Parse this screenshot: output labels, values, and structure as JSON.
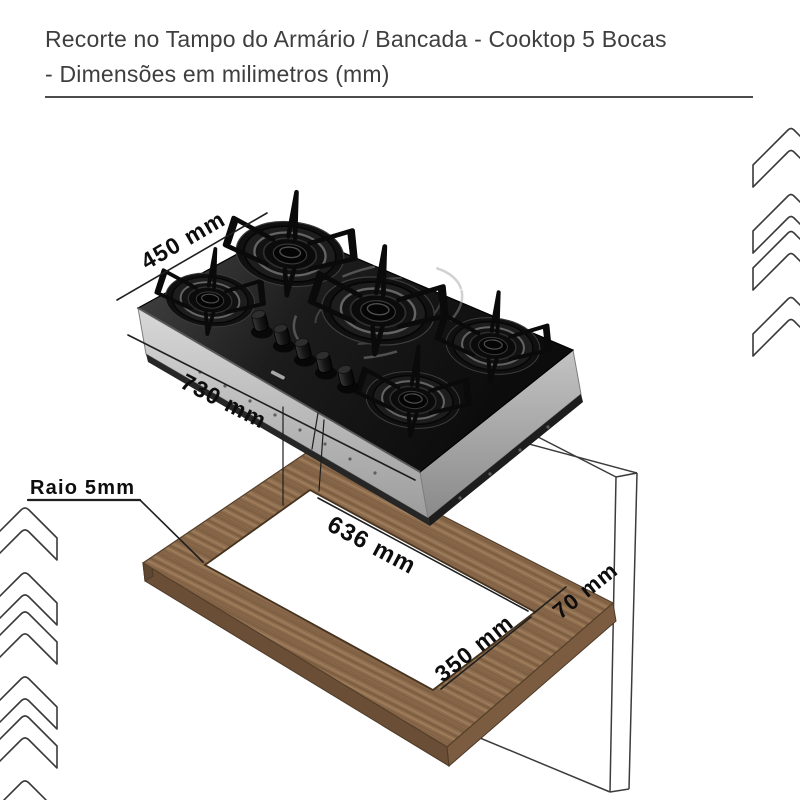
{
  "title": {
    "line1": "Recorte no Tampo do Armário / Bancada -  Cooktop 5 Bocas",
    "line2": "- Dimensões em milimetros (mm)"
  },
  "dimensions": {
    "cooktop_depth": "450 mm",
    "cooktop_width": "730 mm",
    "cutout_width": "636 mm",
    "cutout_depth": "350 mm",
    "edge_offset": "70 mm",
    "corner_radius": "Raio 5mm"
  },
  "figure": {
    "burner_count": 5
  },
  "colors": {
    "background": "#ffffff",
    "title_text": "#3e3e3e",
    "dimension_text": "#0d0d0d",
    "outline": "#1f1f1f",
    "wood": "#8e6e4f",
    "wood_shadow": "#6a4e36",
    "cooktop_glass": "#141414",
    "cooktop_body": "#b5b5b5"
  }
}
